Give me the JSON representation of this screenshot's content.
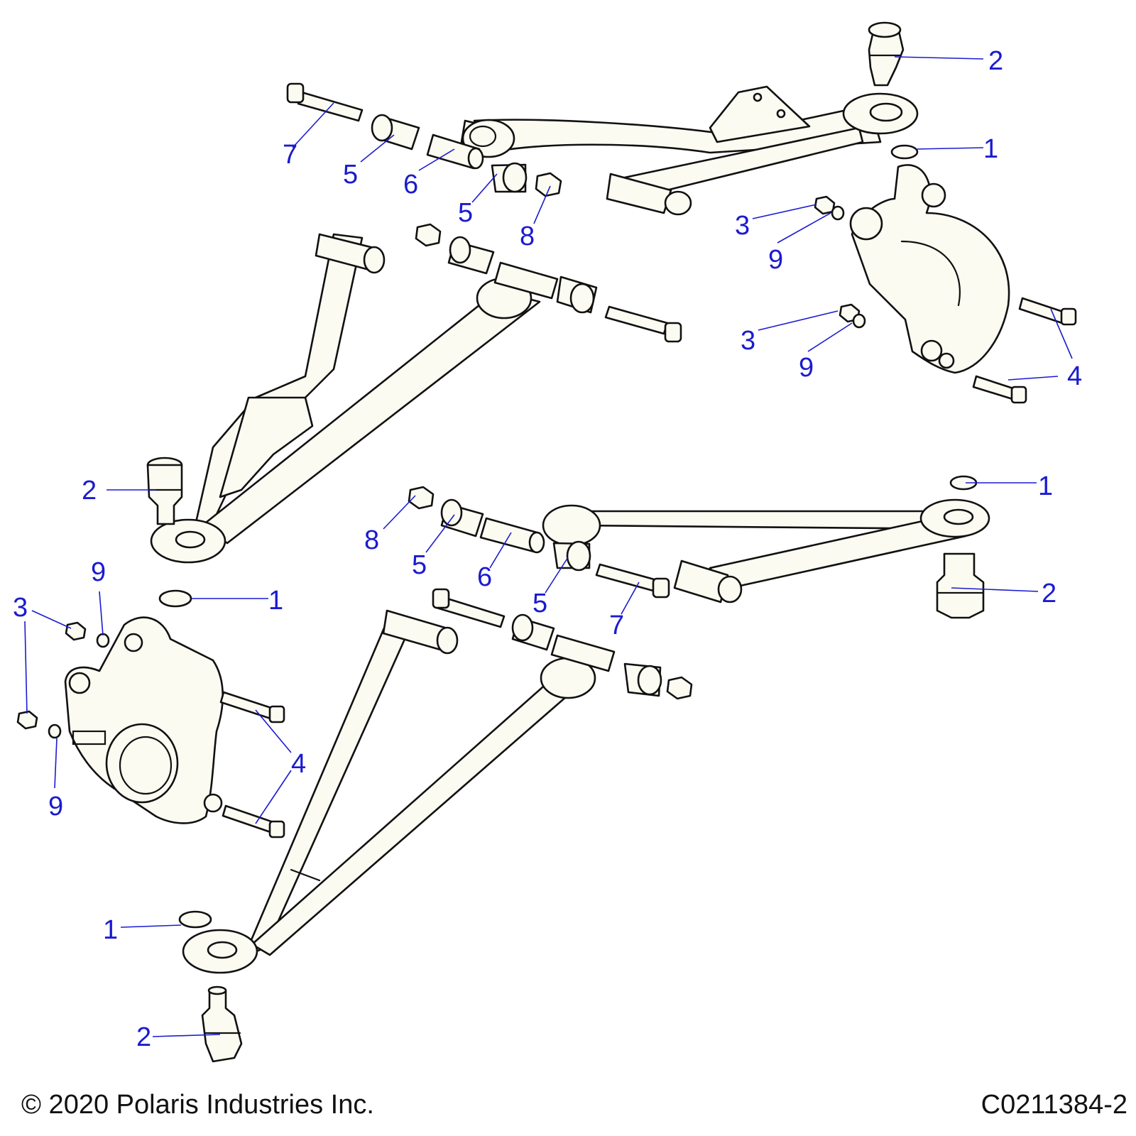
{
  "callouts": [
    {
      "id": "c-2-top-right",
      "label": "2"
    },
    {
      "id": "c-1-top-right",
      "label": "1"
    },
    {
      "id": "c-7-top",
      "label": "7"
    },
    {
      "id": "c-5-top-a",
      "label": "5"
    },
    {
      "id": "c-6-top",
      "label": "6"
    },
    {
      "id": "c-5-top-b",
      "label": "5"
    },
    {
      "id": "c-8-top",
      "label": "8"
    },
    {
      "id": "c-3-right-a",
      "label": "3"
    },
    {
      "id": "c-9-right-a",
      "label": "9"
    },
    {
      "id": "c-3-right-b",
      "label": "3"
    },
    {
      "id": "c-9-right-b",
      "label": "9"
    },
    {
      "id": "c-4-right-a",
      "label": "4"
    },
    {
      "id": "c-4-right-b",
      "label": "4"
    },
    {
      "id": "c-2-mid-left",
      "label": "2"
    },
    {
      "id": "c-1-mid-right",
      "label": "1"
    },
    {
      "id": "c-8-mid",
      "label": "8"
    },
    {
      "id": "c-5-mid-a",
      "label": "5"
    },
    {
      "id": "c-6-mid",
      "label": "6"
    },
    {
      "id": "c-5-mid-b",
      "label": "5"
    },
    {
      "id": "c-7-mid",
      "label": "7"
    },
    {
      "id": "c-2-mid-right",
      "label": "2"
    },
    {
      "id": "c-9-left-a",
      "label": "9"
    },
    {
      "id": "c-3-left",
      "label": "3"
    },
    {
      "id": "c-1-left",
      "label": "1"
    },
    {
      "id": "c-4-left",
      "label": "4"
    },
    {
      "id": "c-9-left-b",
      "label": "9"
    },
    {
      "id": "c-1-bottom",
      "label": "1"
    },
    {
      "id": "c-2-bottom",
      "label": "2"
    }
  ],
  "footer": {
    "copyright": "© 2020 Polaris Industries Inc.",
    "drawing_id": "C0211384-2"
  },
  "colors": {
    "callout": "#1b1bd0",
    "line": "#111111",
    "part_fill": "#fbfbf2"
  }
}
